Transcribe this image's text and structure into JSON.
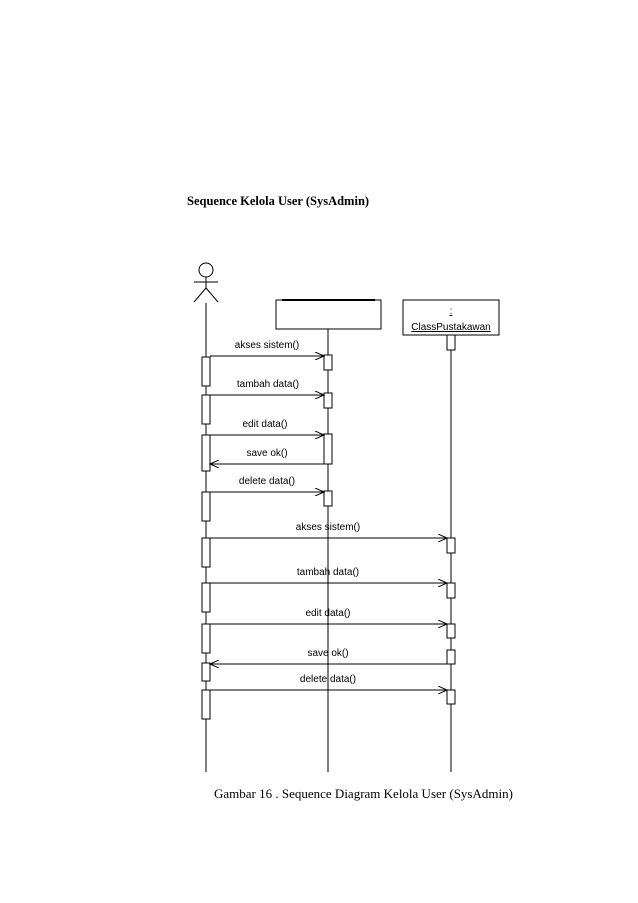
{
  "heading": "Sequence Kelola User (SysAdmin)",
  "caption": "Gambar 16 . Sequence Diagram Kelola User (SysAdmin)",
  "lifelines": [
    {
      "id": "actor",
      "kind": "actor",
      "label": ""
    },
    {
      "id": "obj1",
      "kind": "object",
      "label": ""
    },
    {
      "id": "obj2",
      "kind": "object",
      "label_top": ":",
      "label": "ClassPustakawan"
    }
  ],
  "messages": [
    {
      "from": "actor",
      "to": "obj1",
      "label": "akses sistem()"
    },
    {
      "from": "actor",
      "to": "obj1",
      "label": "tambah data()"
    },
    {
      "from": "actor",
      "to": "obj1",
      "label": "edit data()"
    },
    {
      "from": "obj1",
      "to": "actor",
      "label": "save ok()"
    },
    {
      "from": "actor",
      "to": "obj1",
      "label": "delete data()"
    },
    {
      "from": "actor",
      "to": "obj2",
      "label": "akses sistem()"
    },
    {
      "from": "actor",
      "to": "obj2",
      "label": "tambah data()"
    },
    {
      "from": "actor",
      "to": "obj2",
      "label": "edit data()"
    },
    {
      "from": "obj2",
      "to": "actor",
      "label": "save ok()"
    },
    {
      "from": "actor",
      "to": "obj2",
      "label": "delete data()"
    }
  ]
}
